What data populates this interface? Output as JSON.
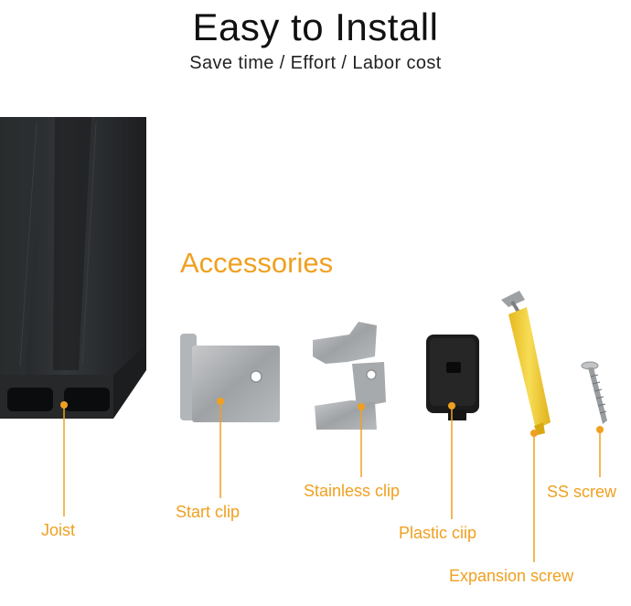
{
  "header": {
    "title": "Easy to Install",
    "subtitle": "Save time / Effort / Labor cost"
  },
  "section": {
    "heading": "Accessories"
  },
  "labels": {
    "joist": "Joist",
    "start_clip": "Start clip",
    "stainless_clip": "Stainless clip",
    "plastic_clip": "Plastic ciip",
    "expansion_screw": "Expansion screw",
    "ss_screw": "SS screw"
  },
  "colors": {
    "accent": "#f0a020",
    "joist": "#2a2c2e",
    "metal": "#a9acae",
    "plastic": "#1b1b1b",
    "anchor": "#f3d13a"
  }
}
